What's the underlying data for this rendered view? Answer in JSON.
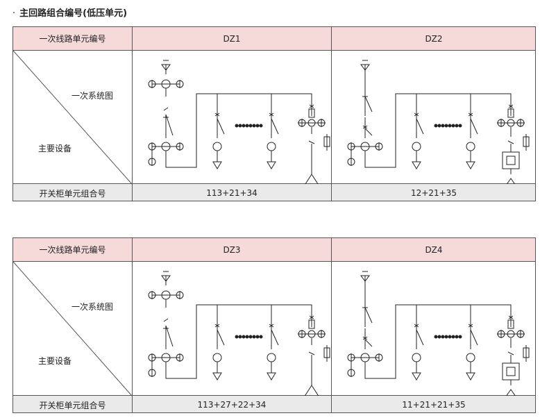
{
  "title": "主回路组合编号(低压单元)",
  "bullet": "·",
  "tables": [
    {
      "header_label": "一次线路单元编号",
      "diagram_label": "一次系统图",
      "equipment_label": "主要设备",
      "footer_label": "开关柜单元组合号",
      "units": [
        {
          "code": "DZ1",
          "combination": "113+21+34"
        },
        {
          "code": "DZ2",
          "combination": "12+21+35"
        }
      ]
    },
    {
      "header_label": "一次线路单元编号",
      "diagram_label": "一次系统图",
      "equipment_label": "主要设备",
      "footer_label": "开关柜单元组合号",
      "units": [
        {
          "code": "DZ3",
          "combination": "113+27+22+34"
        },
        {
          "code": "DZ4",
          "combination": "11+21+21+35"
        }
      ]
    }
  ]
}
